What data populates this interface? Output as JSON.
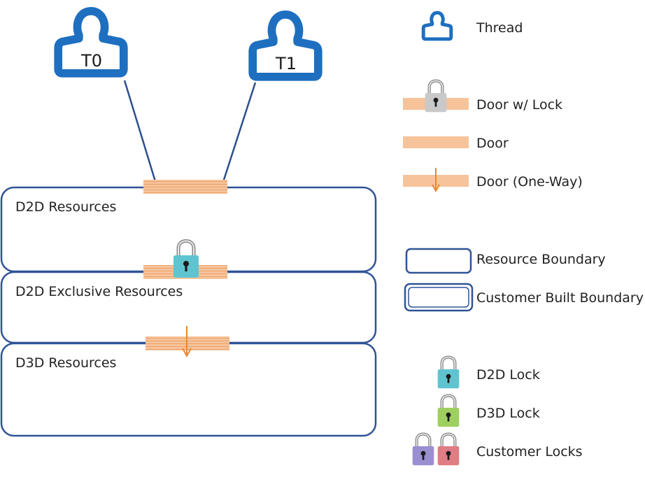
{
  "threads": [
    {
      "label": "T0"
    },
    {
      "label": "T1"
    }
  ],
  "regions": [
    {
      "label": "D2D Resources"
    },
    {
      "label": "D2D Exclusive Resources"
    },
    {
      "label": "D3D Resources"
    }
  ],
  "legend": {
    "thread": "Thread",
    "door_with_lock": "Door w/ Lock",
    "door": "Door",
    "door_one_way": "Door (One-Way)",
    "resource_boundary": "Resource Boundary",
    "customer_built_boundary": "Customer Built Boundary",
    "d2d_lock": "D2D Lock",
    "d3d_lock": "D3D Lock",
    "customer_locks": "Customer Locks"
  },
  "colors": {
    "thread_blue": "#1e6fc0",
    "boundary_blue": "#2f5496",
    "arrow_blue": "#2d4f8e",
    "door_orange": "#f7c39a",
    "door_line": "#e9a26c",
    "one_way_arrow": "#e8872f",
    "d2d_lock": "#5fc4cf",
    "d3d_lock": "#9fcf5f",
    "customer_lock_purple": "#9a8fd1",
    "customer_lock_red": "#e07c84",
    "grey_lock": "#c9c9c9"
  }
}
